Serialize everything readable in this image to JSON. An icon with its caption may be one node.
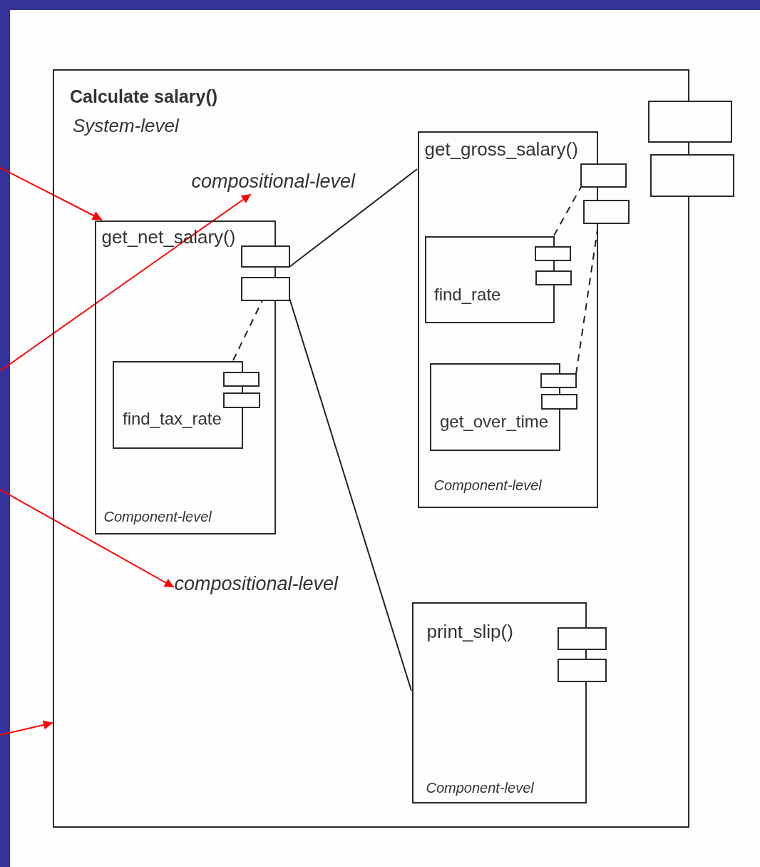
{
  "diagram": {
    "nodes": [
      {
        "text": [
          "Calculate salary()",
          "System-level"
        ]
      },
      {
        "text": [
          "get_net_salary()",
          "Component-level"
        ],
        "in": 0
      },
      {
        "text": [
          "find_tax_rate"
        ],
        "in": 1
      },
      {
        "text": [
          "get_gross_salary()",
          "Component-level"
        ],
        "in": 0
      },
      {
        "text": [
          "find_rate"
        ],
        "in": 3
      },
      {
        "text": [
          "get_over_time"
        ],
        "in": 3
      },
      {
        "text": [
          "print_slip()",
          "Component-level"
        ],
        "in": 0
      },
      {
        "text": [
          "compositional-level"
        ],
        "in": 0
      },
      {
        "text": [
          "compositional-level"
        ],
        "in": 0
      }
    ],
    "edges": [
      {
        "from": 1,
        "to": 3,
        "arrow": "none"
      },
      {
        "from": 1,
        "to": 6,
        "arrow": "none"
      },
      {
        "from": 2,
        "to": 1,
        "arrow": "none",
        "style": "dashed"
      },
      {
        "from": 4,
        "to": 3,
        "arrow": "none",
        "style": "dashed"
      },
      {
        "from": 5,
        "to": 3,
        "arrow": "none",
        "style": "dashed"
      },
      {
        "from": null,
        "to": 1,
        "arrow": "to",
        "color": "#ff0000"
      },
      {
        "from": null,
        "to": 7,
        "arrow": "to",
        "color": "#ff0000"
      },
      {
        "from": null,
        "to": 8,
        "arrow": "to",
        "color": "#ff0000"
      },
      {
        "from": null,
        "to": 0,
        "arrow": "to",
        "color": "#ff0000"
      }
    ]
  }
}
